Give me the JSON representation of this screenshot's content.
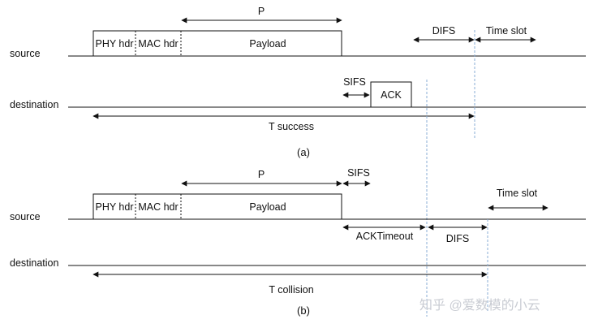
{
  "part_a": {
    "rows": {
      "source": "source",
      "destination": "destination"
    },
    "frame": {
      "phy": "PHY hdr",
      "mac": "MAC hdr",
      "payload": "Payload"
    },
    "p": "P",
    "sifs": "SIFS",
    "ack": "ACK",
    "difs": "DIFS",
    "time_slot": "Time slot",
    "total": "T success",
    "caption": "(a)"
  },
  "part_b": {
    "rows": {
      "source": "source",
      "destination": "destination"
    },
    "frame": {
      "phy": "PHY hdr",
      "mac": "MAC hdr",
      "payload": "Payload"
    },
    "p": "P",
    "sifs": "SIFS",
    "ack_timeout": "ACKTimeout",
    "difs": "DIFS",
    "time_slot": "Time slot",
    "total": "T collision",
    "caption": "(b)"
  },
  "watermark": "知乎 @爱数模的小云",
  "colors": {
    "line": "#111111",
    "guide": "#8aaed6",
    "watermark": "#c9ccd3"
  }
}
